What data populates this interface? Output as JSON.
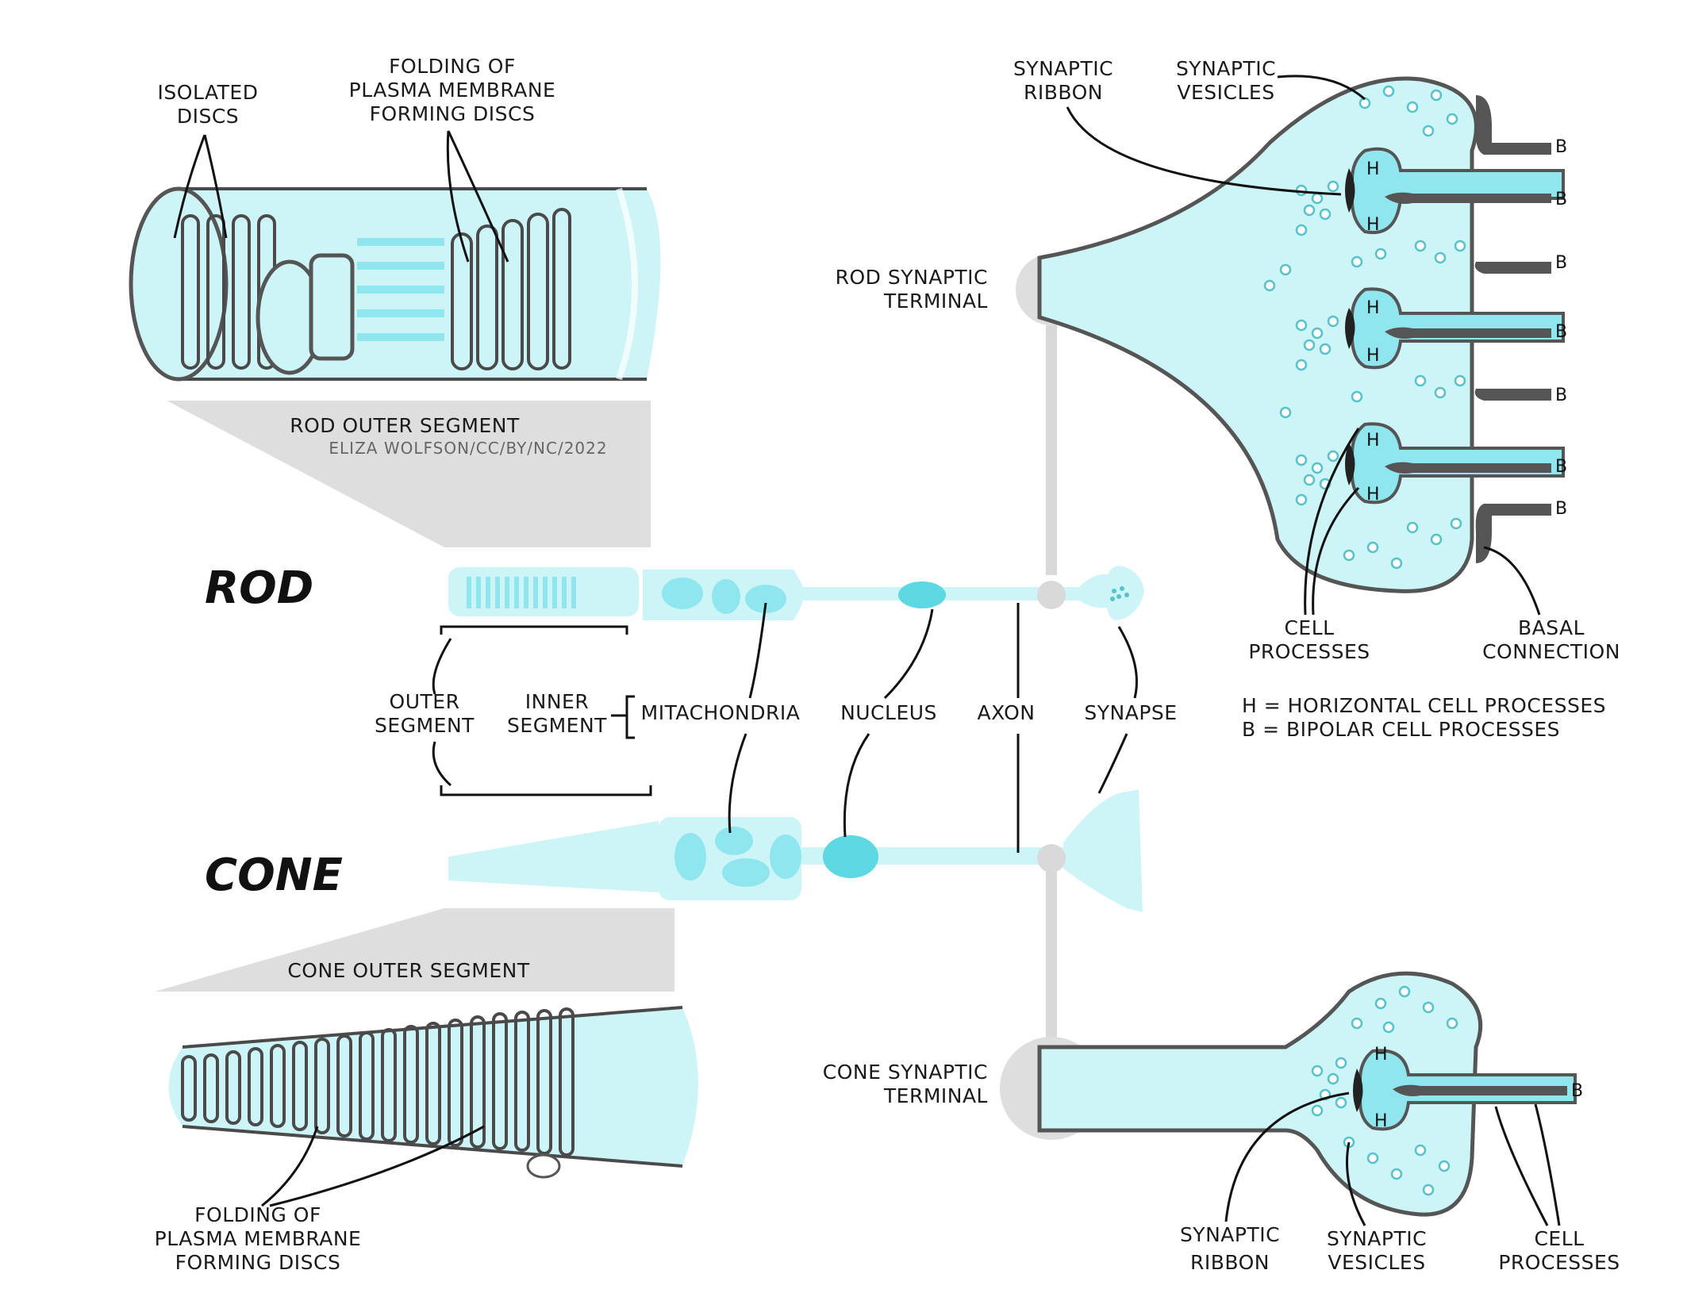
{
  "rod_outer_segment": {
    "isolated_discs_label": [
      "ISOLATED",
      "DISCS"
    ],
    "folding_label": [
      "FOLDING OF",
      "PLASMA MEMBRANE",
      "FORMING DISCS"
    ],
    "caption": "ROD OUTER SEGMENT",
    "credit": "ELIZA WOLFSON/CC/BY/NC/2022"
  },
  "cone_outer_segment": {
    "caption": "CONE OUTER SEGMENT",
    "folding_label": [
      "FOLDING OF",
      "PLASMA MEMBRANE",
      "FORMING DISCS"
    ]
  },
  "cells": {
    "rod_title": "ROD",
    "cone_title": "CONE"
  },
  "parts": {
    "outer_segment": [
      "OUTER",
      "SEGMENT"
    ],
    "inner_segment": [
      "INNER",
      "SEGMENT"
    ],
    "mitochondria": "MITACHONDRIA",
    "nucleus": "NUCLEUS",
    "axon": "AXON",
    "synapse": "SYNAPSE"
  },
  "rod_terminal": {
    "title": [
      "ROD SYNAPTIC",
      "TERMINAL"
    ],
    "ribbon": [
      "SYNAPTIC",
      "RIBBON"
    ],
    "vesicles": [
      "SYNAPTIC",
      "VESICLES"
    ],
    "cell_processes": [
      "CELL",
      "PROCESSES"
    ],
    "basal_connection": [
      "BASAL",
      "CONNECTION"
    ],
    "h": "H",
    "b": "B"
  },
  "legend": {
    "h_line": "H = HORIZONTAL CELL PROCESSES",
    "b_line": "B = BIPOLAR CELL PROCESSES"
  },
  "cone_terminal": {
    "title": [
      "CONE SYNAPTIC",
      "TERMINAL"
    ],
    "ribbon": [
      "SYNAPTIC",
      "RIBBON"
    ],
    "vesicles": [
      "SYNAPTIC",
      "VESICLES"
    ],
    "cell_processes": [
      "CELL",
      "PROCESSES"
    ],
    "h": "H",
    "b": "B"
  },
  "colors": {
    "cell_fill": "#cdf4f7",
    "accent_aqua": "#8fe6ee",
    "outline": "#555555",
    "shadow_grey": "#dedede"
  }
}
